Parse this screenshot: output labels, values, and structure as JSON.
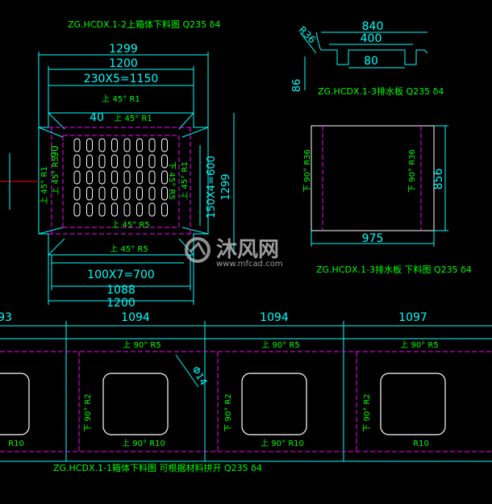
{
  "titles": {
    "upper_blank": "ZG.HCDX.1-2上箱体下料图  Q235  δ4",
    "drain_plate": "ZG.HCDX.1-3排水板  Q235  δ4",
    "drain_blank": "ZG.HCDX.1-3排水板 下料图  Q235  δ4",
    "lower_blank": "ZG.HCDX.1-1箱体下料图  可根据材料拼开  Q235  δ4"
  },
  "upper": {
    "dim_total_w": "1299",
    "dim_w": "1200",
    "dim_pitch": "230X5=1150",
    "dim_offset": "40",
    "dim_pitch_v": "150X4=600",
    "dim_total_h": "1299",
    "dim_pitch_h": "100X7=700",
    "dim_inner_w": "1088",
    "dim_bottom_w": "1200",
    "bend_top": "上 45° R1",
    "bend_top_inner": "上 45° R1",
    "bend_left_a": "上 45° R1",
    "bend_left_b": "上 45° R5",
    "bend_left_90": "90",
    "bend_right_a": "上 45° R1",
    "bend_right_b": "下 45° R5",
    "bend_bottom_inner": "上 45° R5",
    "bend_bottom": "上 45° R5"
  },
  "drain": {
    "dim_840": "840",
    "dim_400": "400",
    "dim_80": "80",
    "dim_86": "86",
    "radius": "R36",
    "dim_975": "975",
    "dim_856": "856",
    "bend_left": "下 90° R36",
    "bend_right": "下 90° R36"
  },
  "lower": {
    "dims": [
      "93",
      "1094",
      "1094",
      "1097"
    ],
    "bend_top": [
      "上 90° R5",
      "上 90° R5",
      "上 90° R5"
    ],
    "bend_side": [
      "下 90° R2",
      "下 90° R2",
      "下 90° R2"
    ],
    "bend_bottom": [
      "上 90° R10",
      "上 90° R10"
    ],
    "bottom_left": [
      "R10",
      "R10"
    ],
    "hole_dia": "Φ14"
  },
  "watermark": {
    "brand": "沐风网",
    "url": "www.mfcad.com"
  }
}
